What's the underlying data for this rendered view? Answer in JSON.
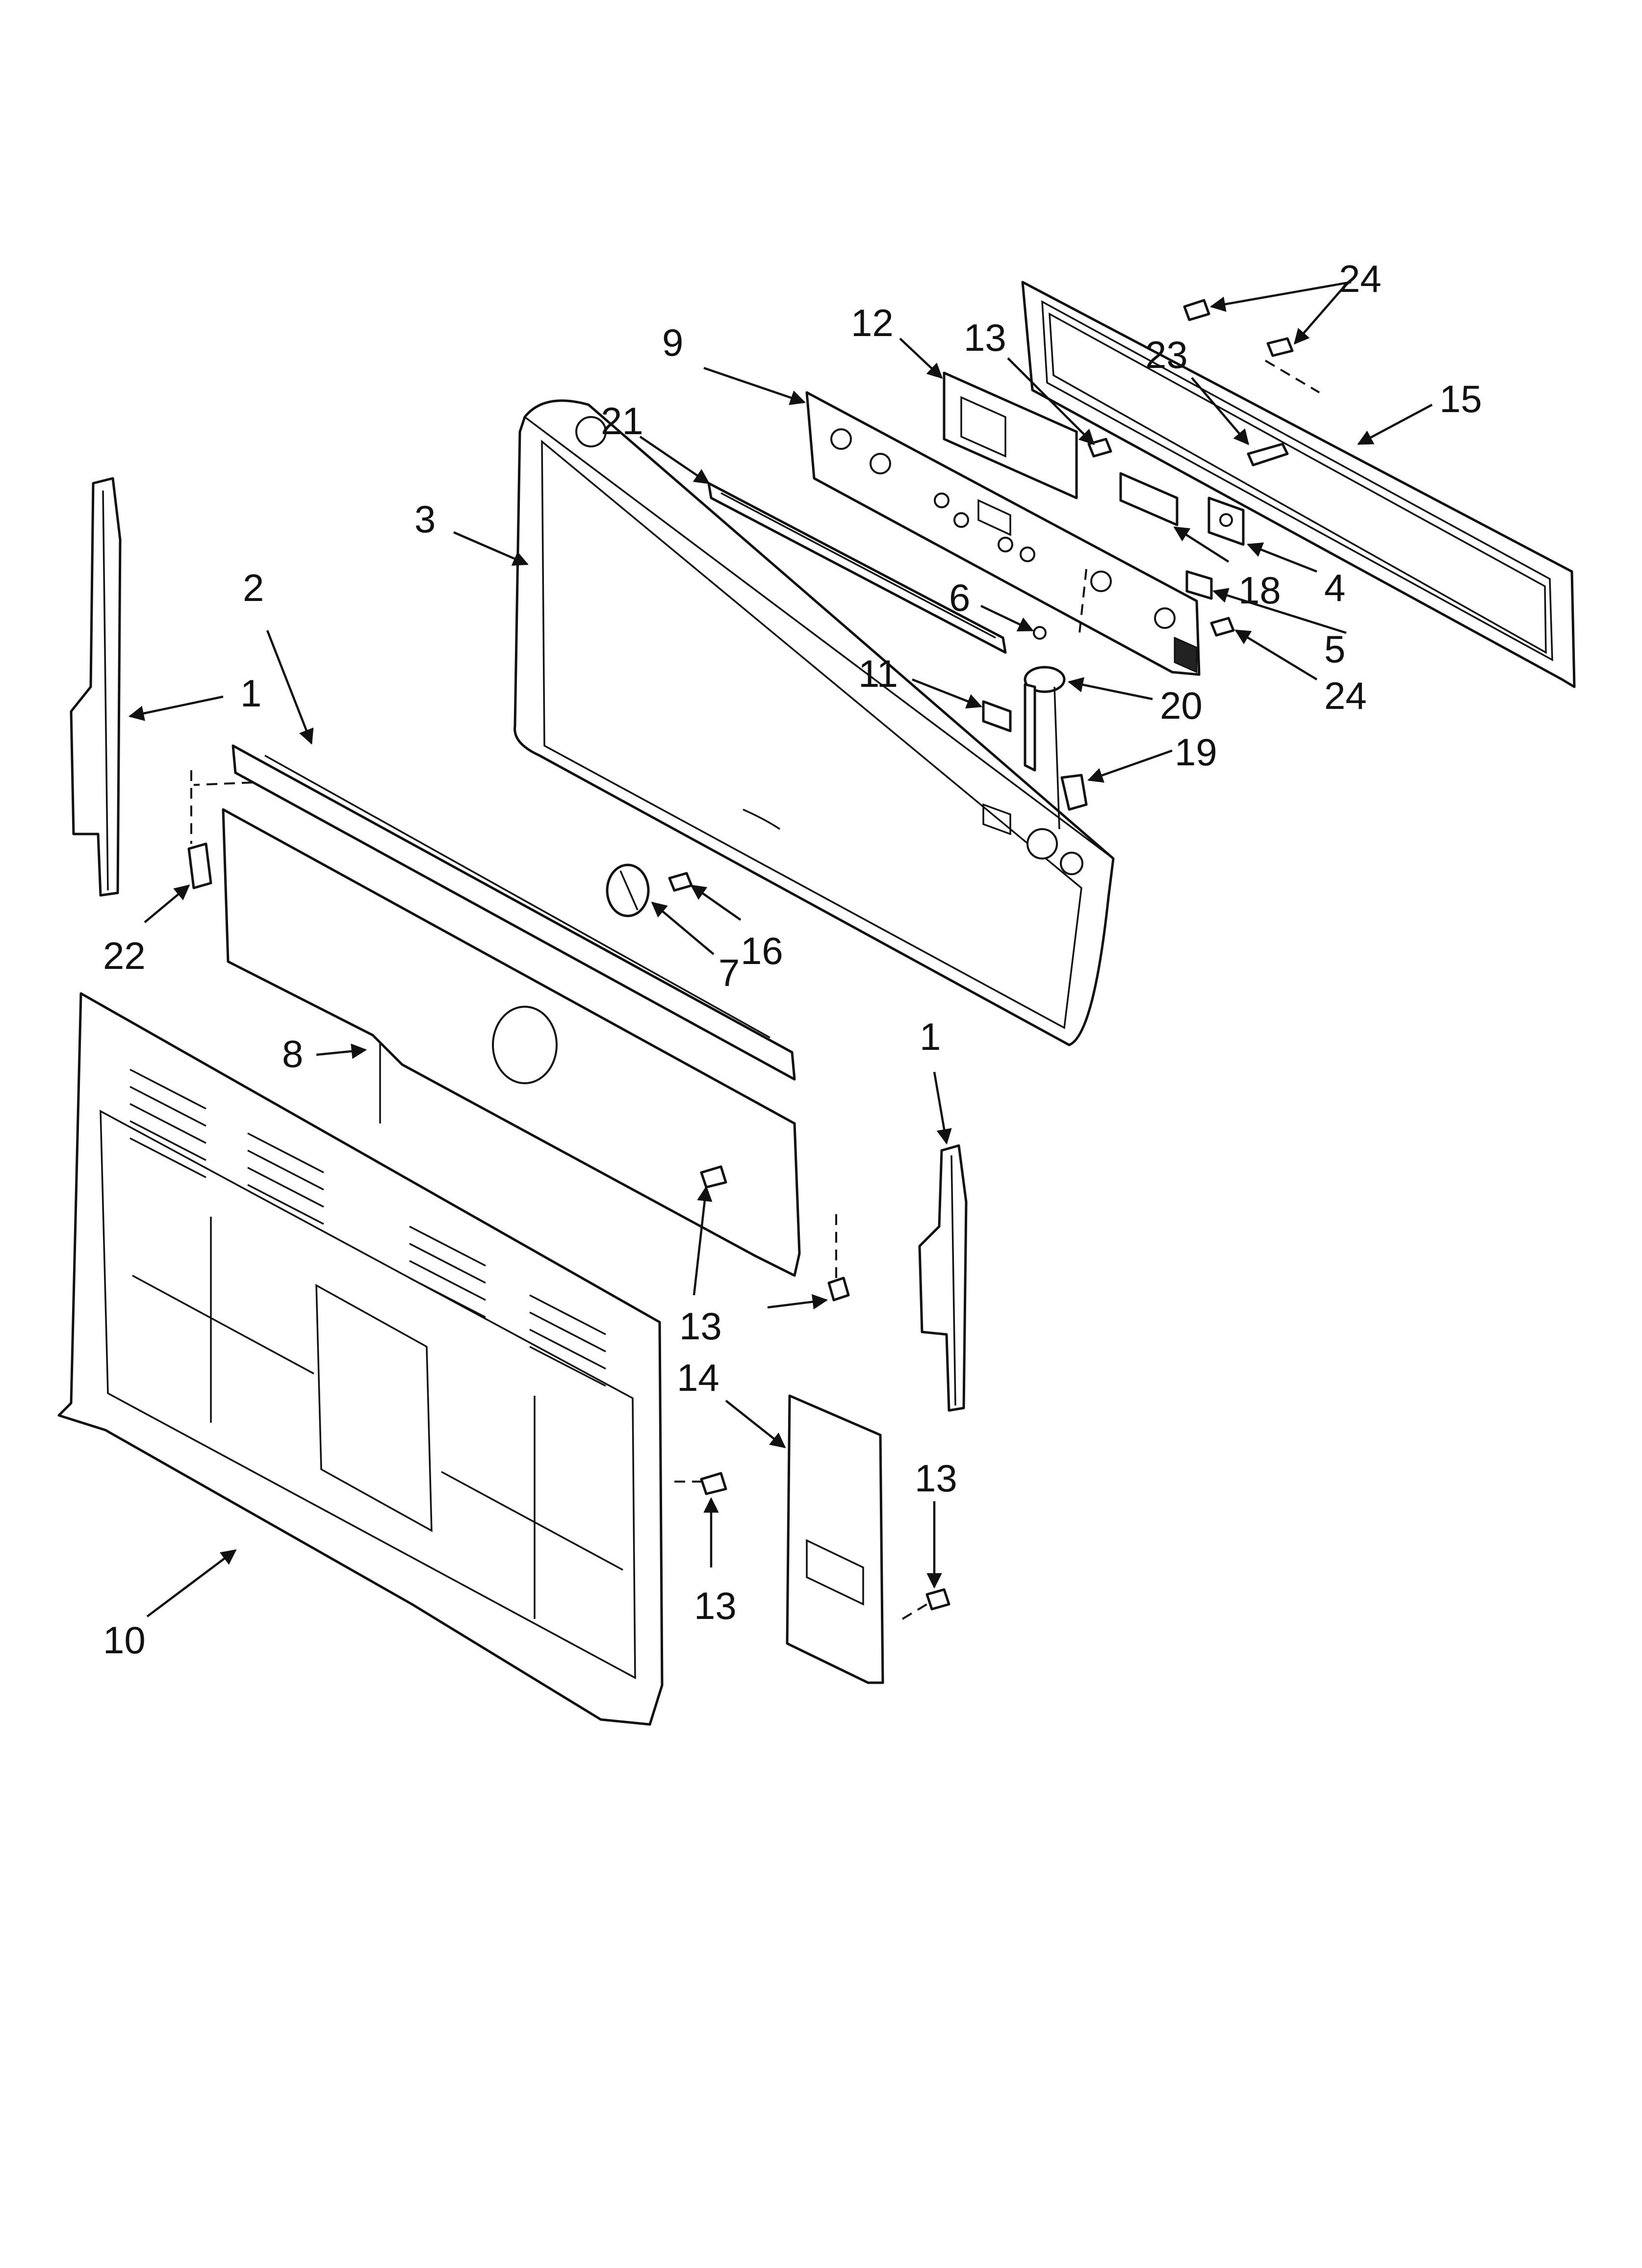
{
  "callouts": [
    {
      "id": "c1a",
      "text": "1"
    },
    {
      "id": "c1b",
      "text": "1"
    },
    {
      "id": "c2",
      "text": "2"
    },
    {
      "id": "c3",
      "text": "3"
    },
    {
      "id": "c4",
      "text": "4"
    },
    {
      "id": "c5",
      "text": "5"
    },
    {
      "id": "c6",
      "text": "6"
    },
    {
      "id": "c7",
      "text": "7"
    },
    {
      "id": "c8",
      "text": "8"
    },
    {
      "id": "c9",
      "text": "9"
    },
    {
      "id": "c10",
      "text": "10"
    },
    {
      "id": "c11",
      "text": "11"
    },
    {
      "id": "c12",
      "text": "12"
    },
    {
      "id": "c13a",
      "text": "13"
    },
    {
      "id": "c13b",
      "text": "13"
    },
    {
      "id": "c13c",
      "text": "13"
    },
    {
      "id": "c13d",
      "text": "13"
    },
    {
      "id": "c14",
      "text": "14"
    },
    {
      "id": "c15",
      "text": "15"
    },
    {
      "id": "c16",
      "text": "16"
    },
    {
      "id": "c18",
      "text": "18"
    },
    {
      "id": "c19",
      "text": "19"
    },
    {
      "id": "c20",
      "text": "20"
    },
    {
      "id": "c21",
      "text": "21"
    },
    {
      "id": "c22",
      "text": "22"
    },
    {
      "id": "c23",
      "text": "23"
    },
    {
      "id": "c24a",
      "text": "24"
    },
    {
      "id": "c24b",
      "text": "24"
    }
  ]
}
